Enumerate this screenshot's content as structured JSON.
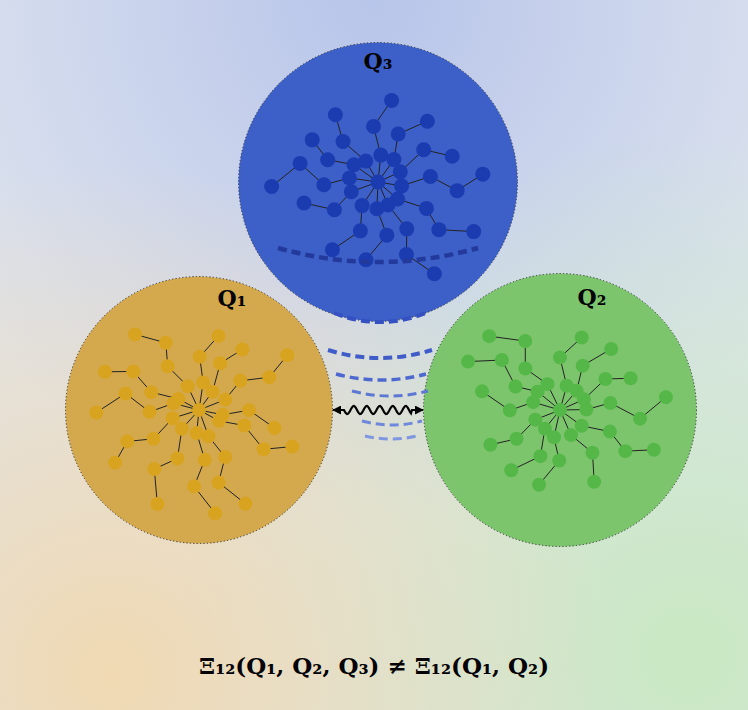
{
  "diagram": {
    "nodes": [
      {
        "text": [
          "Q₃"
        ]
      },
      {
        "text": [
          "Q₁"
        ]
      },
      {
        "text": [
          "Q₂"
        ]
      }
    ],
    "edges": [
      {
        "from": 1,
        "to": 2,
        "arrow": "both"
      }
    ],
    "labels": [
      "Ξ₁₂(Q₁, Q₂, Q₃) ≠ Ξ₁₂(Q₁, Q₂)"
    ]
  }
}
